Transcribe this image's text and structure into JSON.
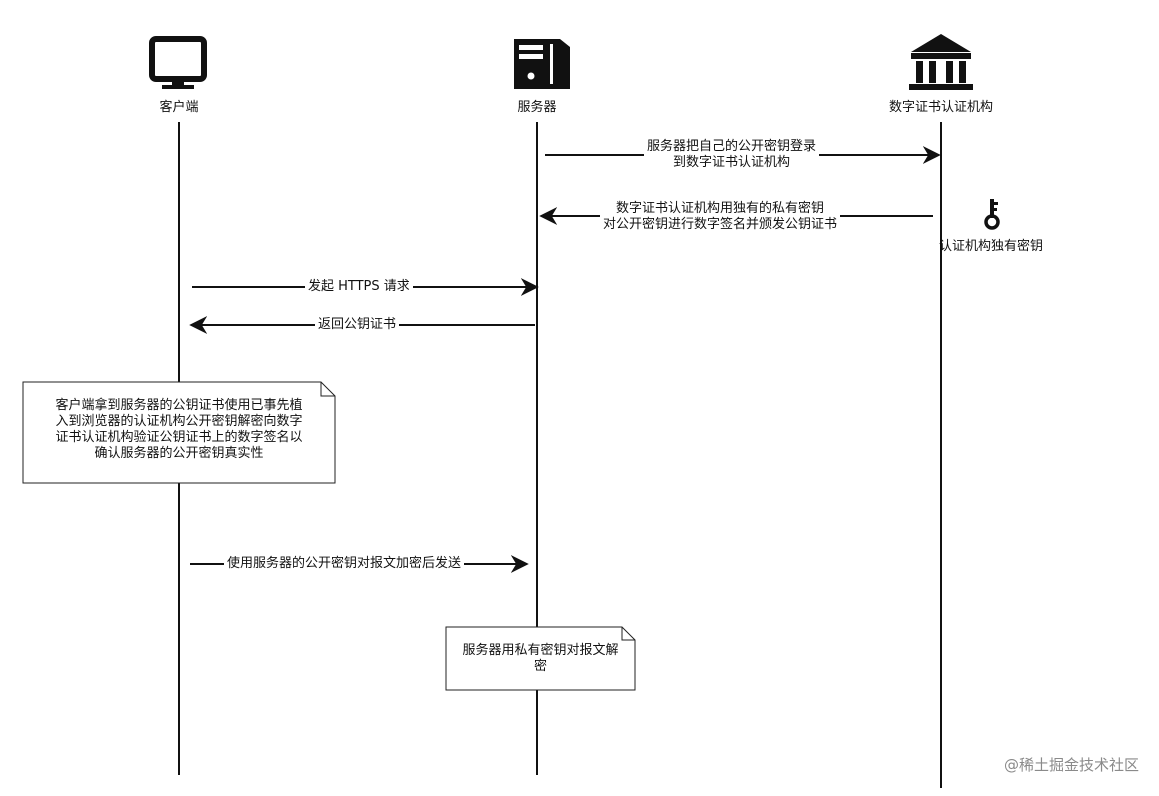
{
  "actors": {
    "client": {
      "label": "客户端",
      "icon": "monitor-icon"
    },
    "server": {
      "label": "服务器",
      "icon": "server-tower-icon"
    },
    "ca": {
      "label": "数字证书认证机构",
      "icon": "bank-building-icon"
    }
  },
  "messages": {
    "m1": {
      "line1": "服务器把自己的公开密钥登录",
      "line2": "到数字证书认证机构"
    },
    "m2": {
      "line1": "数字证书认证机构用独有的私有密钥",
      "line2": "对公开密钥进行数字签名并颁发公钥证书"
    },
    "m3": {
      "text": "发起 HTTPS 请求"
    },
    "m4": {
      "text": "返回公钥证书"
    },
    "m5": {
      "text": "使用服务器的公开密钥对报文加密后发送"
    }
  },
  "key": {
    "label": "认证机构独有密钥",
    "icon": "key-icon"
  },
  "notes": {
    "client_note": {
      "line1": "客户端拿到服务器的公钥证书使用已事先植",
      "line2": "入到浏览器的认证机构公开密钥解密向数字",
      "line3": "证书认证机构验证公钥证书上的数字签名以",
      "line4": "确认服务器的公开密钥真实性"
    },
    "server_note": {
      "line1": "服务器用私有密钥对报文解",
      "line2": "密"
    }
  },
  "watermark": "@稀土掘金技术社区",
  "colors": {
    "line": "#111111",
    "note_border": "#222222",
    "watermark": "#8a8a8a"
  }
}
